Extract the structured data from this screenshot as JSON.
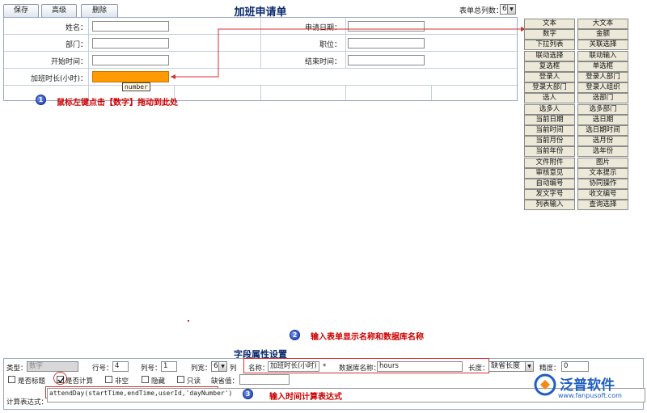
{
  "toolbar": {
    "save": "保存",
    "advanced": "高级",
    "delete": "删除"
  },
  "form": {
    "title": "加班申请单",
    "column_count_label": "表单总列数：",
    "column_count_value": "6",
    "fields": {
      "name": "姓名：",
      "apply_date": "申请日期：",
      "department": "部门：",
      "position": "职位：",
      "start_time": "开始时间：",
      "end_time": "结束时间：",
      "overtime_hours": "加班时长(小时)："
    },
    "number_tag": "number"
  },
  "hints": {
    "h1": {
      "num": "1",
      "text": "鼠标左键点击【数字】拖动到此处"
    },
    "h2": {
      "num": "2",
      "text": "输入表单显示名称和数据库名称"
    },
    "h3": {
      "num": "3",
      "text": "输入时间计算表达式"
    }
  },
  "palette": [
    [
      "文本",
      "大文本"
    ],
    [
      "数字",
      "金额"
    ],
    [
      "下拉列表",
      "关联选择"
    ],
    [
      "联动选择",
      "联动输入"
    ],
    [
      "复选框",
      "单选框"
    ],
    [
      "登录人",
      "登录人部门"
    ],
    [
      "登录大部门",
      "登录人组织"
    ],
    [
      "选人",
      "选部门"
    ],
    [
      "选多人",
      "选多部门"
    ],
    [
      "当前日期",
      "选日期"
    ],
    [
      "当前时间",
      "选日期时间"
    ],
    [
      "当前月份",
      "选月份"
    ],
    [
      "当前年份",
      "选年份"
    ],
    [
      "文件附件",
      "图片"
    ],
    [
      "审核意见",
      "文本提示"
    ],
    [
      "自动编号",
      "协同操作"
    ],
    [
      "发文字号",
      "收文编号"
    ],
    [
      "列表输入",
      "查询选择"
    ]
  ],
  "props": {
    "title": "字段属性设置",
    "type_label": "类型：",
    "type_value": "数字",
    "row_label": "行号：",
    "row_value": "4",
    "col_label": "列号：",
    "col_value": "1",
    "width_label": "列宽：",
    "width_value": "6",
    "width_unit": "列",
    "name_label": "名称：",
    "name_value": "加班时长(小时)",
    "required_mark": "*",
    "db_label": "数据库名称：",
    "db_value": "hours",
    "length_label": "长度：",
    "length_value": "缺省长度",
    "precision_label": "精度：",
    "precision_value": "0",
    "is_title": "是否标题",
    "is_calc": "是否计算",
    "not_null": "非空",
    "hidden": "隐藏",
    "readonly": "只读",
    "default_label": "缺省值：",
    "expr_label": "计算表达式：",
    "expr_value": "attendDay(startTime,endTime,userId,'dayNumber')"
  },
  "logo": {
    "cn": "泛普软件",
    "url": "www.fanpusoft.com"
  }
}
